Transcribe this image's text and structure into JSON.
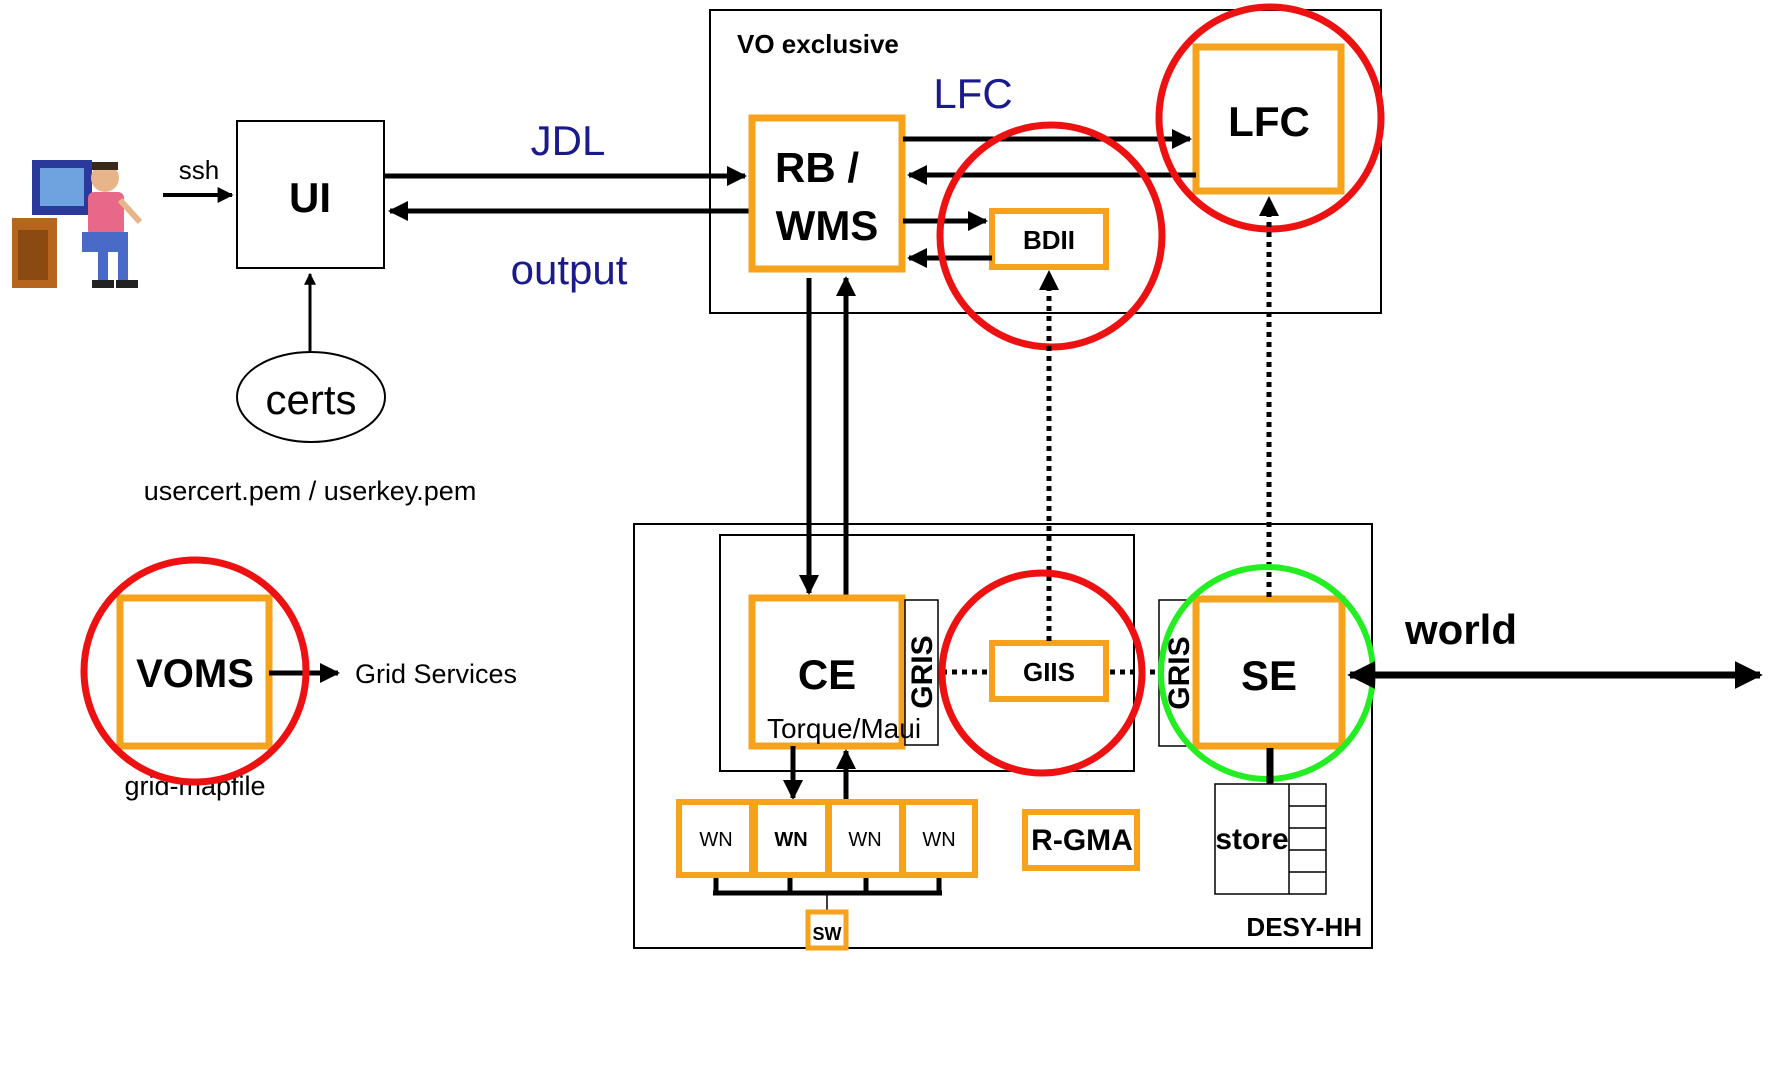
{
  "labels": {
    "ssh": "ssh",
    "ui": "UI",
    "jdl": "JDL",
    "output": "output",
    "certs": "certs",
    "cert_files": "usercert.pem / userkey.pem",
    "vo_exclusive": "VO exclusive",
    "lfc_arrow": "LFC",
    "rb_line1": "RB /",
    "rb_line2": "WMS",
    "bdii": "BDII",
    "lfc_box": "LFC",
    "voms": "VOMS",
    "grid_services": "Grid Services",
    "gridmapfile": "grid-mapfile",
    "ce": "CE",
    "torque": "Torque/Maui",
    "gris_ce": "GRIS",
    "giis": "GIIS",
    "gris_se": "GRIS",
    "se": "SE",
    "world": "world",
    "wn1": "WN",
    "wn2": "WN",
    "wn3": "WN",
    "wn4": "WN",
    "rgma": "R-GMA",
    "store": "store",
    "sw": "SW",
    "site": "DESY-HH"
  },
  "icons": {
    "user": "user-at-computer-icon"
  },
  "colors": {
    "service_box": "#f7a21b",
    "highlight_red": "#ee1111",
    "highlight_green": "#22ee22",
    "blue_label": "#1a1a8c",
    "line": "#000000"
  }
}
